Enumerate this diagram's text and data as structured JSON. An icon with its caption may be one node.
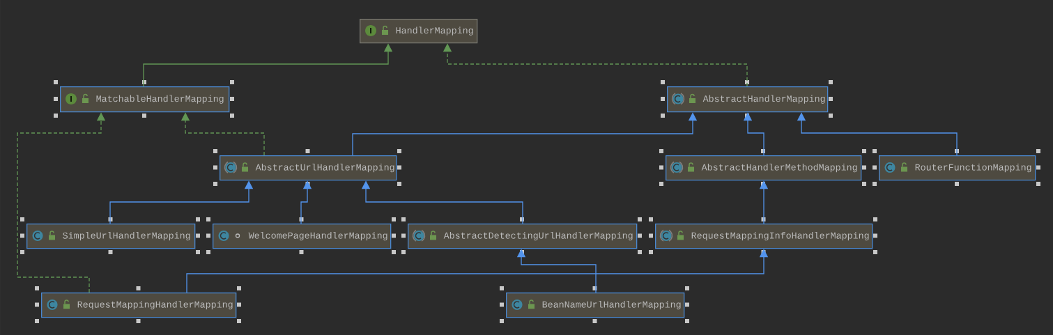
{
  "diagram": {
    "nodes": [
      {
        "text": [
          "HandlerMapping"
        ]
      },
      {
        "text": [
          "MatchableHandlerMapping"
        ]
      },
      {
        "text": [
          "AbstractHandlerMapping"
        ]
      },
      {
        "text": [
          "AbstractUrlHandlerMapping"
        ]
      },
      {
        "text": [
          "AbstractHandlerMethodMapping"
        ]
      },
      {
        "text": [
          "RouterFunctionMapping"
        ]
      },
      {
        "text": [
          "SimpleUrlHandlerMapping"
        ]
      },
      {
        "text": [
          "WelcomePageHandlerMapping"
        ]
      },
      {
        "text": [
          "AbstractDetectingUrlHandlerMapping"
        ]
      },
      {
        "text": [
          "RequestMappingInfoHandlerMapping"
        ]
      },
      {
        "text": [
          "RequestMappingHandlerMapping"
        ]
      },
      {
        "text": [
          "BeanNameUrlHandlerMapping"
        ]
      }
    ],
    "edges": [
      {
        "from": 1,
        "to": 0,
        "arrow": "to",
        "color": "#629755"
      },
      {
        "from": 2,
        "to": 0,
        "arrow": "to",
        "style": "dashed",
        "color": "#629755"
      },
      {
        "from": 3,
        "to": 1,
        "arrow": "to",
        "style": "dashed",
        "color": "#629755"
      },
      {
        "from": 10,
        "to": 1,
        "arrow": "to",
        "style": "dashed",
        "color": "#629755"
      },
      {
        "from": 3,
        "to": 2,
        "arrow": "to"
      },
      {
        "from": 4,
        "to": 2,
        "arrow": "to"
      },
      {
        "from": 5,
        "to": 2,
        "arrow": "to"
      },
      {
        "from": 6,
        "to": 3,
        "arrow": "to"
      },
      {
        "from": 7,
        "to": 3,
        "arrow": "to"
      },
      {
        "from": 8,
        "to": 3,
        "arrow": "to"
      },
      {
        "from": 9,
        "to": 4,
        "arrow": "to"
      },
      {
        "from": 10,
        "to": 9,
        "arrow": "to"
      },
      {
        "from": 11,
        "to": 8,
        "arrow": "to"
      }
    ]
  }
}
